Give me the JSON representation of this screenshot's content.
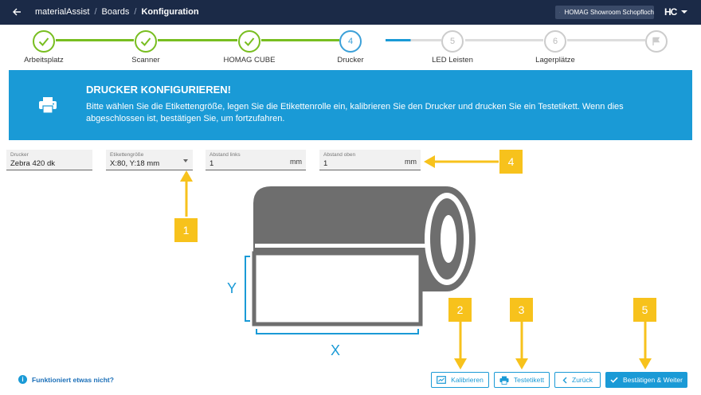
{
  "header": {
    "app_name": "materialAssist",
    "breadcrumb": [
      "Boards",
      "Konfiguration"
    ],
    "location": "HOMAG Showroom Schopfloch",
    "brand": "HC"
  },
  "stepper": {
    "steps": [
      {
        "label": "Arbeitsplatz",
        "number": "",
        "state": "done"
      },
      {
        "label": "Scanner",
        "number": "",
        "state": "done"
      },
      {
        "label": "HOMAG CUBE",
        "number": "",
        "state": "done"
      },
      {
        "label": "Drucker",
        "number": "4",
        "state": "active"
      },
      {
        "label": "LED Leisten",
        "number": "5",
        "state": "pending"
      },
      {
        "label": "Lagerplätze",
        "number": "6",
        "state": "pending"
      },
      {
        "label": "",
        "number": "",
        "state": "pending"
      }
    ]
  },
  "banner": {
    "title": "DRUCKER KONFIGURIEREN!",
    "text": "Bitte wählen Sie die Etikettengröße, legen Sie die Etikettenrolle ein, kalibrieren Sie den Drucker und drucken Sie ein Testetikett. Wenn dies abgeschlossen ist, bestätigen Sie, um fortzufahren."
  },
  "fields": {
    "printer": {
      "label": "Drucker",
      "value": "Zebra 420 dk"
    },
    "label_size": {
      "label": "Etikettengröße",
      "value": "X:80, Y:18 mm"
    },
    "offset_left": {
      "label": "Abstand links",
      "value": "1",
      "unit": "mm"
    },
    "offset_top": {
      "label": "Abstand oben",
      "value": "1",
      "unit": "mm"
    }
  },
  "illustration": {
    "axis_x": "X",
    "axis_y": "Y"
  },
  "callouts": [
    "1",
    "2",
    "3",
    "4",
    "5"
  ],
  "footer": {
    "help_text": "Funktioniert etwas nicht?",
    "buttons": {
      "calibrate": "Kalibrieren",
      "test_label": "Testetikett",
      "back": "Zurück",
      "confirm": "Bestätigen & Weiter"
    }
  },
  "colors": {
    "header_bg": "#1b2a47",
    "accent": "#1a9ad6",
    "done_green": "#78be20",
    "callout_yellow": "#f7c21c"
  }
}
